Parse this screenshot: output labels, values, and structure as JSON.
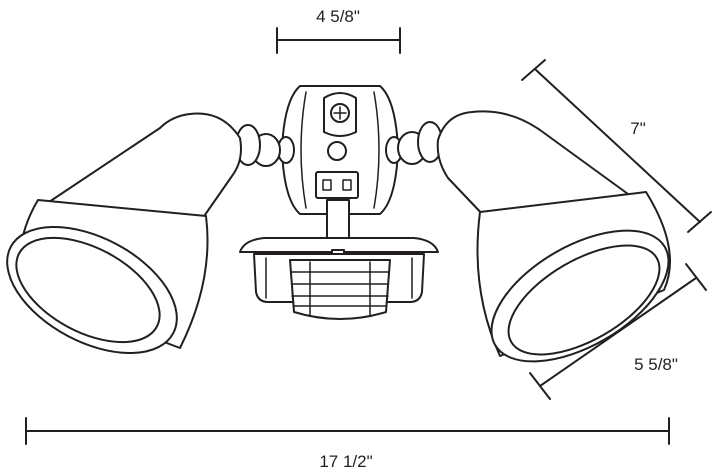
{
  "dimensions": {
    "mount_width": "4 5/8\"",
    "lamp_length": "7\"",
    "lamp_diameter": "5 5/8\"",
    "overall_width": "17 1/2\""
  }
}
